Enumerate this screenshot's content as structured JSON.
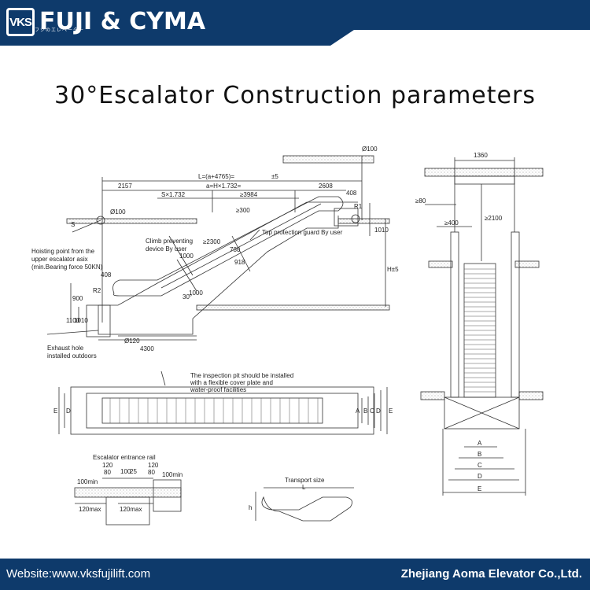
{
  "brand": {
    "logo_mark": "VKS",
    "name": "FUJI & CYMA",
    "tagline": "フジのエレベーター"
  },
  "title": "30°Escalator Construction parameters",
  "colors": {
    "header_blue": "#0e3a6b",
    "footer_blue": "#0e3a6b",
    "line": "#333333"
  },
  "drawing": {
    "side_view": {
      "dim_L": "L=(a+4765)=",
      "dim_L_tol": "±5",
      "dim_a": "a=H×1.732=",
      "dim_2157": "2157",
      "dim_2608": "2608",
      "dim_s": "S×1.732",
      "dim_3984": "≥3984",
      "dim_408_top": "408",
      "dim_408_left": "408",
      "dim_phi100_top": "Ø100",
      "dim_phi100_left": "Ø100",
      "dim_s_label": "S",
      "dim_300": "≥300",
      "dim_2300": "≥2300",
      "dim_1000a": "1000",
      "dim_1000b": "1000",
      "dim_918": "918",
      "dim_780": "780",
      "dim_900": "900",
      "dim_1100": "1100",
      "dim_1010_left": "1010",
      "dim_1010_right": "1010",
      "dim_H": "H±5",
      "dim_4300": "4300",
      "dim_phi120": "Ø120",
      "dim_R1": "R1",
      "dim_R2": "R2",
      "dim_30deg": "30°",
      "hoist_note_1": "Hoisting point from the",
      "hoist_note_2": "upper escalator asix",
      "hoist_note_3": "(min.Bearing force 50KN)",
      "climb_note_1": "Climb preventing",
      "climb_note_2": "device By user",
      "top_guard_note": "Top protection guard By user",
      "exhaust_note_1": "Exhaust hole",
      "exhaust_note_2": "installed outdoors"
    },
    "section_view": {
      "dim_1360": "1360",
      "dim_80": "≥80",
      "dim_400": "≥400",
      "dim_2100": "≥2100",
      "labels": [
        "A",
        "B",
        "C",
        "D",
        "E"
      ]
    },
    "plan_view": {
      "note_1": "The inspection pit should be installed",
      "note_2": "with a flexible cover plate and",
      "note_3": "water-proof facilities",
      "left_labels": [
        "E",
        "D"
      ],
      "right_labels": [
        "A",
        "B",
        "C",
        "D",
        "E"
      ]
    },
    "rail_detail": {
      "title": "Escalator entrance rail",
      "dim_120_l": "120",
      "dim_80_l": "80",
      "dim_100": "100",
      "dim_25": "25",
      "dim_120_r": "120",
      "dim_80_r": "80",
      "dim_100min_l": "100min",
      "dim_100min_r": "100min",
      "dim_120max_l": "120max",
      "dim_120max_r": "120max"
    },
    "transport": {
      "title": "Transport size",
      "dim_L": "L",
      "dim_h": "h"
    }
  },
  "footer": {
    "website": "Website:www.vksfujilift.com",
    "company": "Zhejiang Aoma Elevator Co.,Ltd."
  }
}
